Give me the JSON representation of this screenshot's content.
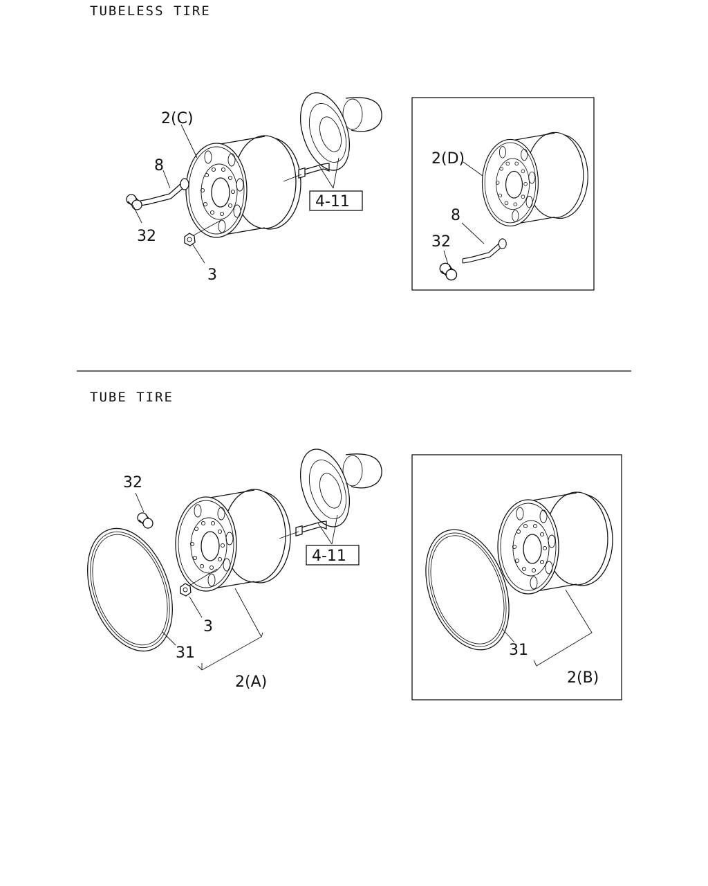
{
  "sections": [
    {
      "title": "TUBELESS TIRE",
      "callouts": {
        "wheel": "2(C)",
        "valve": "8",
        "cap": "32",
        "nut": "3",
        "hub_ref": "4-11"
      },
      "inset_callouts": {
        "wheel": "2(D)",
        "valve": "8",
        "cap": "32"
      }
    },
    {
      "title": "TUBE TIRE",
      "callouts": {
        "cap": "32",
        "nut": "3",
        "ring": "31",
        "wheel": "2(A)",
        "hub_ref": "4-11"
      },
      "inset_callouts": {
        "ring": "31",
        "wheel": "2(B)"
      }
    }
  ]
}
